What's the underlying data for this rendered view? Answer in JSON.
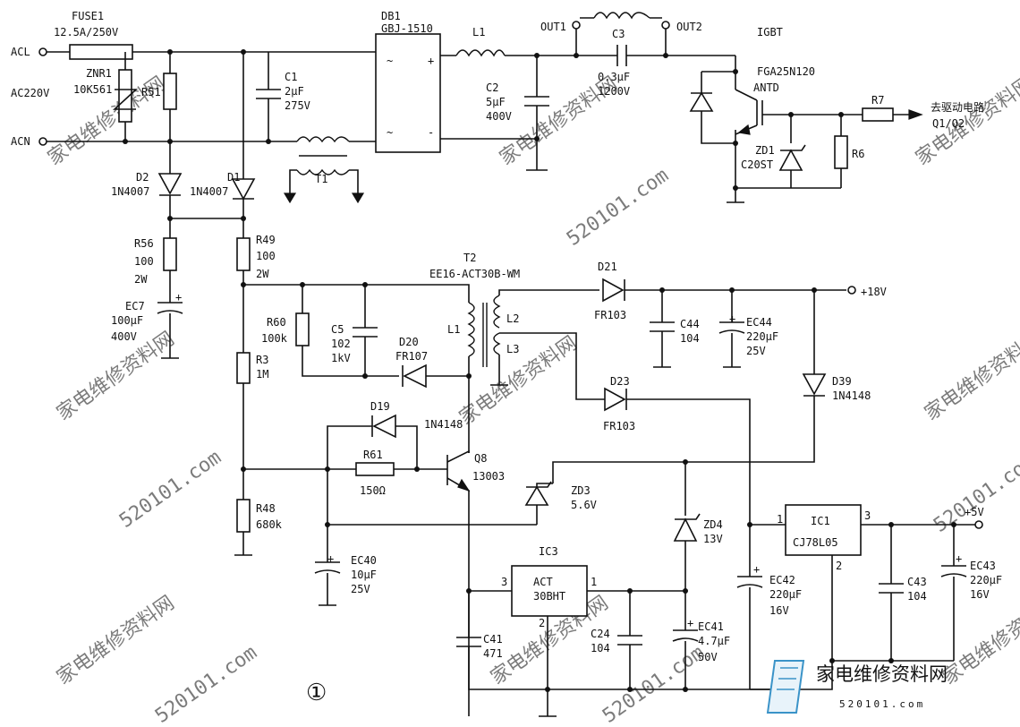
{
  "labels": {
    "acl": "ACL",
    "acn": "ACN",
    "ac220v": "AC220V",
    "fuse1_ref": "FUSE1",
    "fuse1_val": "12.5A/250V",
    "znr1_ref": "ZNR1",
    "znr1_val": "10K561",
    "r51": "R51",
    "c1_ref": "C1",
    "c1_val1": "2μF",
    "c1_val2": "275V",
    "db1_ref": "DB1",
    "db1_val": "GBJ-1510",
    "db1_ac1": "~",
    "db1_ac2": "~",
    "db1_pos": "+",
    "db1_neg": "-",
    "l1_top": "L1",
    "c2_ref": "C2",
    "c2_val1": "5μF",
    "c2_val2": "400V",
    "out1": "OUT1",
    "out2": "OUT2",
    "c3_ref": "C3",
    "c3_val1": "0.3μF",
    "c3_val2": "1200V",
    "igbt_ref": "IGBT",
    "igbt_val1": "FGA25N120",
    "igbt_val2": "ANTD",
    "r7": "R7",
    "drive_text": "去驱动电路",
    "drive_q": "Q1/Q2",
    "zd1_ref": "ZD1",
    "zd1_val": "C20ST",
    "r6": "R6",
    "t1": "T1",
    "d2_ref": "D2",
    "d2_val": "1N4007",
    "d1_ref": "D1",
    "d1_val": "1N4007",
    "r56_ref": "R56",
    "r56_val1": "100",
    "r56_val2": "2W",
    "r49_ref": "R49",
    "r49_val1": "100",
    "r49_val2": "2W",
    "ec7_ref": "EC7",
    "ec7_val1": "100μF",
    "ec7_val2": "400V",
    "t2_ref": "T2",
    "t2_val": "EE16-ACT30B-WM",
    "r60_ref": "R60",
    "r60_val": "100k",
    "c5_ref": "C5",
    "c5_val1": "102",
    "c5_val2": "1kV",
    "d20_ref": "D20",
    "d20_val": "FR107",
    "l1_t2": "L1",
    "l2": "L2",
    "l3": "L3",
    "d21_ref": "D21",
    "d21_val": "FR103",
    "c44_ref": "C44",
    "c44_val": "104",
    "ec44_ref": "EC44",
    "ec44_val1": "220μF",
    "ec44_val2": "25V",
    "plus18v": "+18V",
    "d23_ref": "D23",
    "d23_val": "FR103",
    "d39_ref": "D39",
    "d39_val": "1N4148",
    "r3_ref": "R3",
    "r3_val": "1M",
    "d19_ref": "D19",
    "d19_val": "1N4148",
    "r61_ref": "R61",
    "r61_val": "150Ω",
    "q8_ref": "Q8",
    "q8_val": "13003",
    "zd3_ref": "ZD3",
    "zd3_val": "5.6V",
    "zd4_ref": "ZD4",
    "zd4_val": "13V",
    "r48_ref": "R48",
    "r48_val": "680k",
    "ec40_ref": "EC40",
    "ec40_val1": "10μF",
    "ec40_val2": "25V",
    "ic3_ref": "IC3",
    "ic3_val1": "ACT",
    "ic3_val2": "30BHT",
    "ic3_pin1": "1",
    "ic3_pin2": "2",
    "ic3_pin3": "3",
    "c41_ref": "C41",
    "c41_val": "471",
    "c24_ref": "C24",
    "c24_val": "104",
    "ec41_ref": "EC41",
    "ec41_val1": "4.7μF",
    "ec41_val2": "50V",
    "ec42_ref": "EC42",
    "ec42_val1": "220μF",
    "ec42_val2": "16V",
    "ic1_ref": "IC1",
    "ic1_val": "CJ78L05",
    "ic1_pin1": "1",
    "ic1_pin2": "2",
    "ic1_pin3": "3",
    "c43_ref": "C43",
    "c43_val": "104",
    "ec43_ref": "EC43",
    "ec43_val1": "220μF",
    "ec43_val2": "16V",
    "plus5v": "+5V",
    "figure_number": "①"
  },
  "watermark": {
    "cn": "家电维修资料网",
    "url": "520101.com"
  },
  "logo": {
    "cn": "家电维修资料网",
    "url": "520101.com"
  },
  "colors": {
    "ink": "#111111",
    "watermark": "#c9c9c9",
    "logo": "#3a93c8"
  }
}
